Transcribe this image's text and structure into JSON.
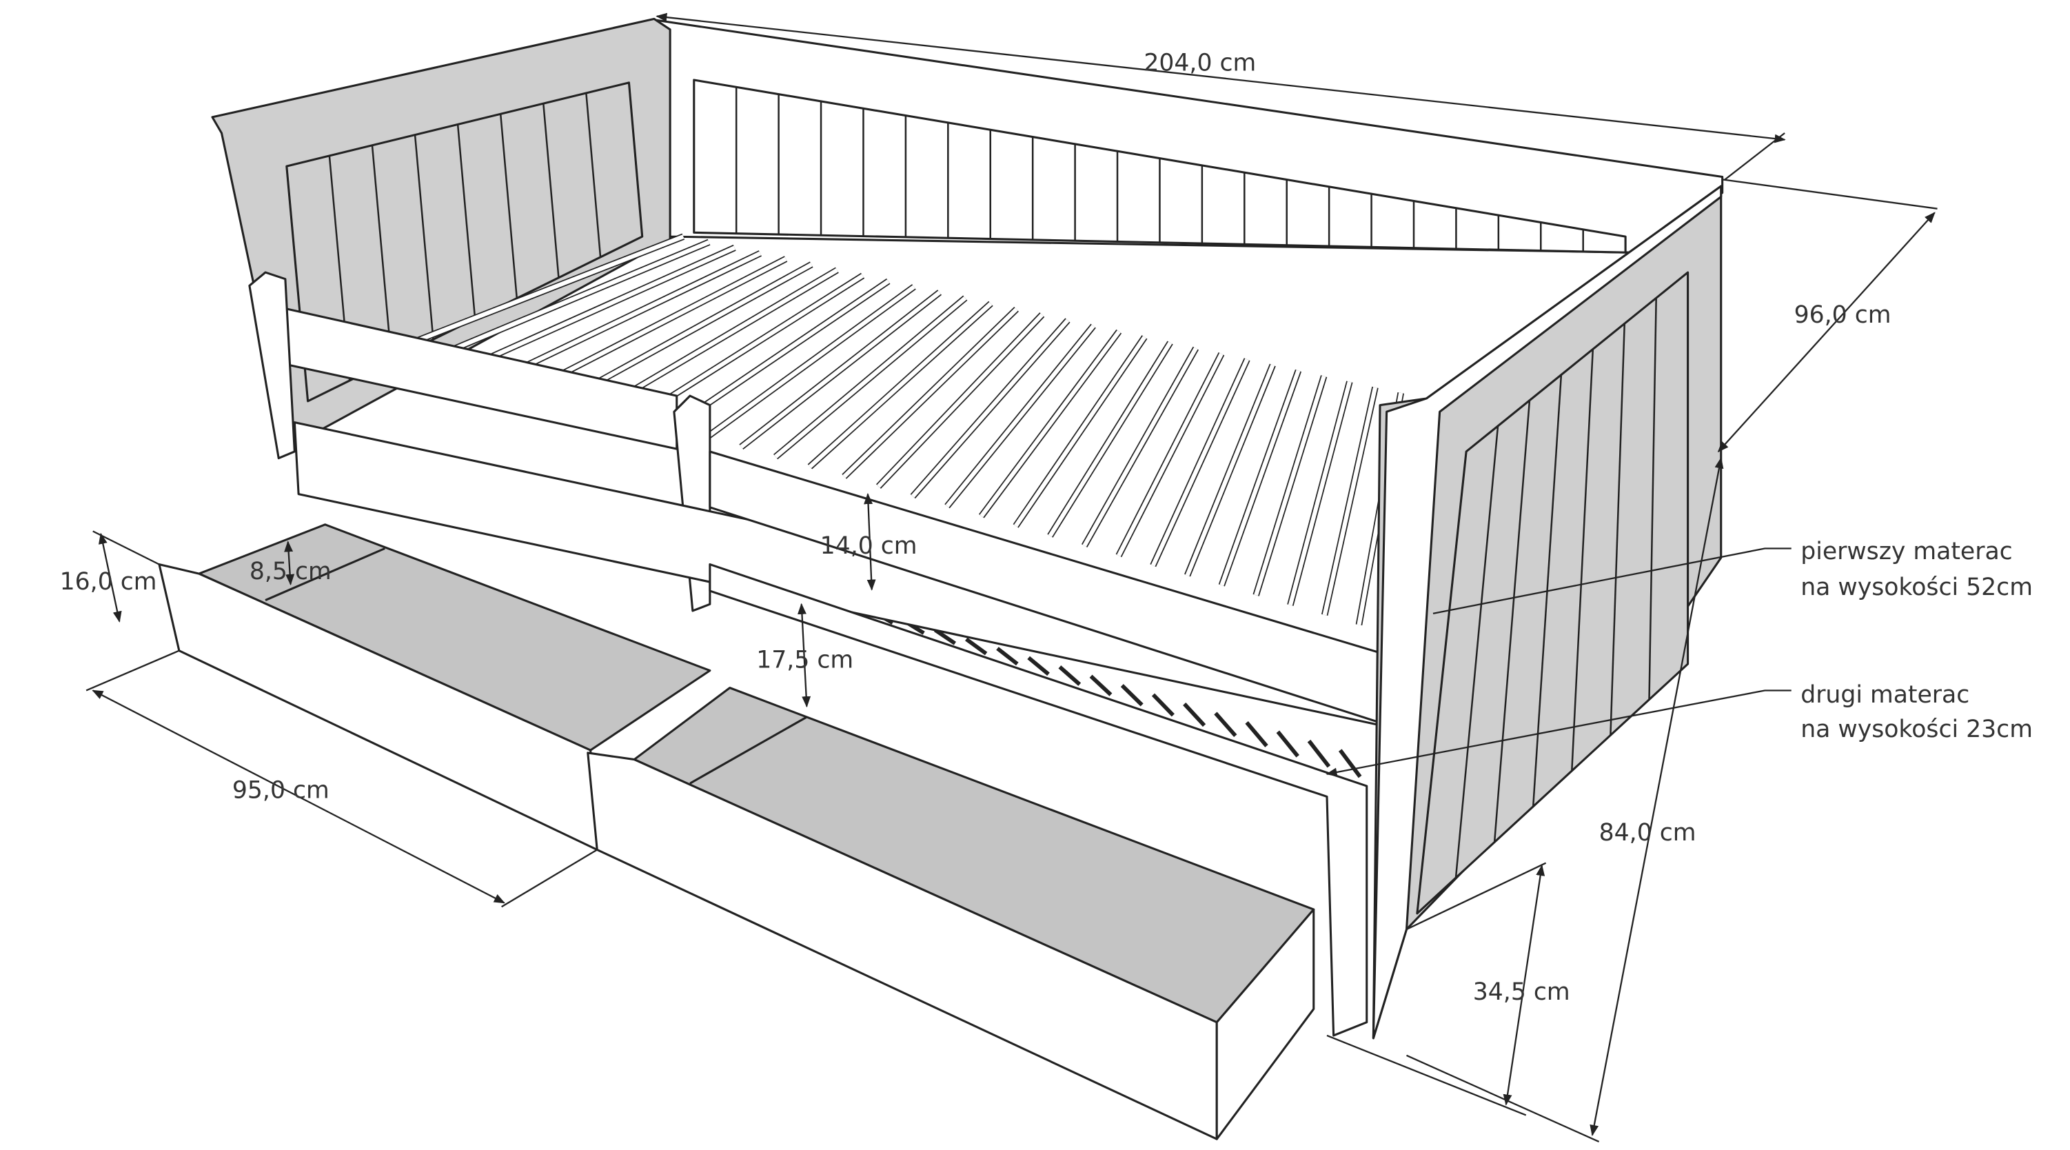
{
  "dimensions": {
    "length": "204,0 cm",
    "depth": "96,0 cm",
    "height_total": "84,0 cm",
    "height_side": "34,5 cm",
    "drawer_length": "95,0 cm",
    "drawer_height": "16,0 cm",
    "drawer_inner": "8,5 cm",
    "rail_gap_upper": "14,0 cm",
    "rail_gap_lower": "17,5 cm"
  },
  "notes": {
    "first_mattress_line1": "pierwszy materac",
    "first_mattress_line2": "na wysokości 52cm",
    "second_mattress_line1": "drugi materac",
    "second_mattress_line2": "na wysokości 23cm"
  },
  "colors": {
    "panel_gray": "#cfcfcf",
    "drawer_gray": "#c4c4c4",
    "line": "#222222",
    "text": "#333333"
  }
}
